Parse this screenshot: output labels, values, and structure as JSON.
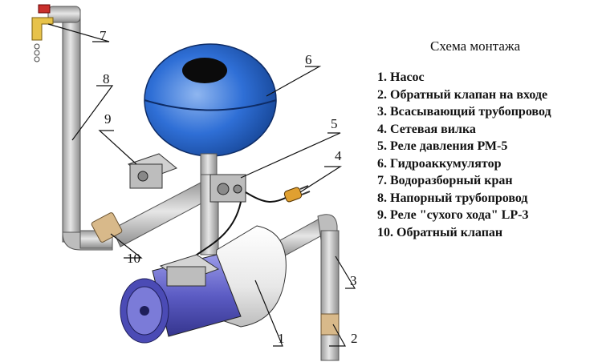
{
  "legend": {
    "title": "Схема монтажа",
    "items": [
      "1. Насос",
      "2. Обратный клапан на входе",
      "3. Всасывающий трубопровод",
      "4. Сетевая вилка",
      "5. Реле давления РМ-5",
      "6. Гидроаккумулятор",
      "7. Водоразборный кран",
      "8. Напорный трубопровод",
      "9. Реле \"сухого хода\" LP-3",
      "10. Обратный клапан"
    ]
  },
  "callouts": [
    "1",
    "2",
    "3",
    "4",
    "5",
    "6",
    "7",
    "8",
    "9",
    "10"
  ],
  "colors": {
    "pipe": "#c9c9c9",
    "tank": "#2f6fd6",
    "motor": "#6f6fd0",
    "faucet": "#e7c24a",
    "valve": "#d8b98a",
    "plug": "#e0a030"
  }
}
